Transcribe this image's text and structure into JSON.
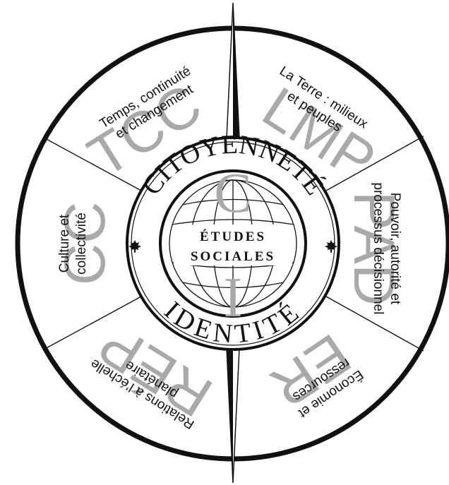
{
  "colors": {
    "ink": "#111111",
    "background": "#ffffff",
    "watermark": "#a9a9a9",
    "ring_light": "#ffffff"
  },
  "center": {
    "line1": "ÉTUDES",
    "line2": "SOCIALES"
  },
  "ring": {
    "top_text": "CITOYENNETÉ",
    "bottom_text": "IDENTITÉ",
    "leaf_icon": "maple-leaf-icon"
  },
  "center_watermarks": {
    "top": "C",
    "bottom": "I"
  },
  "segments": [
    {
      "id": "tcc",
      "lines": [
        "Temps, continuité",
        "et changement"
      ],
      "watermark": "TCC"
    },
    {
      "id": "lmp",
      "lines": [
        "La Terre : milieux",
        "et peuples"
      ],
      "watermark": "LMP"
    },
    {
      "id": "pad",
      "lines": [
        "Pouvoir, autorité et",
        "processus décisionnel"
      ],
      "watermark": "PAD"
    },
    {
      "id": "er",
      "lines": [
        "Économie et",
        "ressources"
      ],
      "watermark": "ER"
    },
    {
      "id": "rep",
      "lines": [
        "Relations à l’échelle",
        "planétaire"
      ],
      "watermark": "RÉP"
    },
    {
      "id": "cc",
      "lines": [
        "Culture et",
        "collectivité"
      ],
      "watermark": "CC"
    }
  ]
}
